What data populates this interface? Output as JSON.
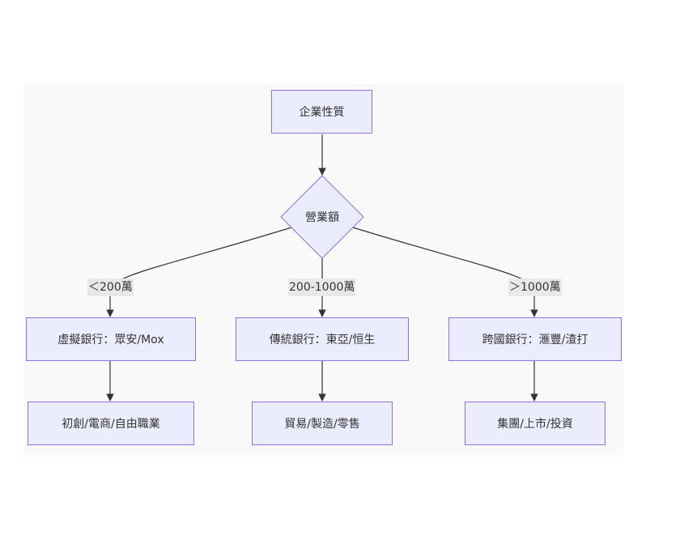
{
  "nodes": {
    "root": "企業性質",
    "decision": "營業額",
    "virtual_bank": "虛擬銀行：眾安/Mox",
    "traditional_bank": "傳統銀行：東亞/恒生",
    "global_bank": "跨國銀行：滙豐/渣打",
    "virtual_clients": "初創/電商/自由職業",
    "traditional_clients": "貿易/製造/零售",
    "global_clients": "集團/上市/投資"
  },
  "edge_labels": {
    "low": "＜200萬",
    "mid": "200-1000萬",
    "high": "＞1000萬"
  },
  "colors": {
    "node_fill": "#ececff",
    "node_border": "#9370db",
    "edge": "#333333",
    "label_bg": "#e8e8e8",
    "background": "#f9f9f9"
  }
}
